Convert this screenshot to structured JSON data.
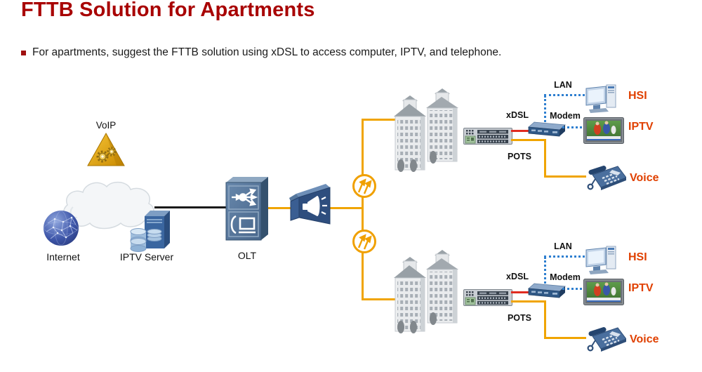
{
  "slide": {
    "title": "FTTB Solution for Apartments",
    "bullet": "For apartments, suggest the FTTB solution using xDSL to access computer, IPTV, and telephone."
  },
  "colors": {
    "title_red": "#A80000",
    "service_label_red": "#E04000",
    "fiber_orange": "#F0A400",
    "xdsl_line_red": "#E02B20",
    "lan_line_blue": "#2E7FD0",
    "backbone_black": "#1a1a1a",
    "device_blue": "#2E4E7E"
  },
  "core": {
    "voip_label": "VoIP",
    "internet_label": "Internet",
    "iptv_server_label": "IPTV Server",
    "olt_label": "OLT"
  },
  "icons": {
    "voip": "gold-triangle-gears",
    "internet": "blue-network-globe",
    "iptv_server": "server-tower-with-database",
    "cloud": "network-cloud",
    "olt": "blue-chassis-splitter-and-terminal-icons",
    "odn": "blue-megaphone-horn",
    "splitter": "orange-circle-double-arrow",
    "building": "apartment-towers",
    "dslam": "rack-unit-with-ports",
    "modem": "flat-blue-modem-box",
    "hsi": "desktop-computer",
    "iptv": "television-soccer",
    "voice": "blue-desk-phone"
  },
  "branches": [
    {
      "xdsl_label": "xDSL",
      "lan_label": "LAN",
      "modem_label": "Modem",
      "pots_label": "POTS",
      "hsi_label": "HSI",
      "iptv_label": "IPTV",
      "voice_label": "Voice"
    },
    {
      "xdsl_label": "xDSL",
      "lan_label": "LAN",
      "modem_label": "Modem",
      "pots_label": "POTS",
      "hsi_label": "HSI",
      "iptv_label": "IPTV",
      "voice_label": "Voice"
    }
  ]
}
